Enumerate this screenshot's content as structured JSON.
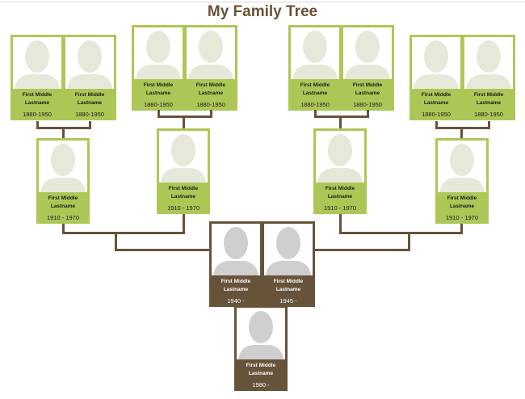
{
  "title": "My Family Tree",
  "colors": {
    "green": "#adc757",
    "brown": "#67533a"
  },
  "people": [
    {
      "name": "First Middle Lastname",
      "dates": "1880-1950",
      "gen": "great-grandparent"
    },
    {
      "name": "First Middle Lastname",
      "dates": "1880-1950",
      "gen": "great-grandparent"
    },
    {
      "name": "First Middle Lastname",
      "dates": "1880-1950",
      "gen": "great-grandparent"
    },
    {
      "name": "First Middle Lastname",
      "dates": "1880-1950",
      "gen": "great-grandparent"
    },
    {
      "name": "First Middle Lastname",
      "dates": "1880-1950",
      "gen": "great-grandparent"
    },
    {
      "name": "First Middle Lastname",
      "dates": "1880-1950",
      "gen": "great-grandparent"
    },
    {
      "name": "First Middle Lastname",
      "dates": "1880-1950",
      "gen": "great-grandparent"
    },
    {
      "name": "First Middle Lastname",
      "dates": "1880-1950",
      "gen": "great-grandparent"
    },
    {
      "name": "First Middle Lastname",
      "dates": "1910 - 1970",
      "gen": "grandparent"
    },
    {
      "name": "First Middle Lastname",
      "dates": "1910 - 1970",
      "gen": "grandparent"
    },
    {
      "name": "First Middle Lastname",
      "dates": "1910 - 1970",
      "gen": "grandparent"
    },
    {
      "name": "First Middle Lastname",
      "dates": "1910 - 1970",
      "gen": "grandparent"
    },
    {
      "name": "First Middle Lastname",
      "dates": "1940 -",
      "gen": "parent"
    },
    {
      "name": "First Middle Lastname",
      "dates": "1945 -",
      "gen": "parent"
    },
    {
      "name": "First Middle Lastname",
      "dates": "1980 -",
      "gen": "self"
    }
  ]
}
